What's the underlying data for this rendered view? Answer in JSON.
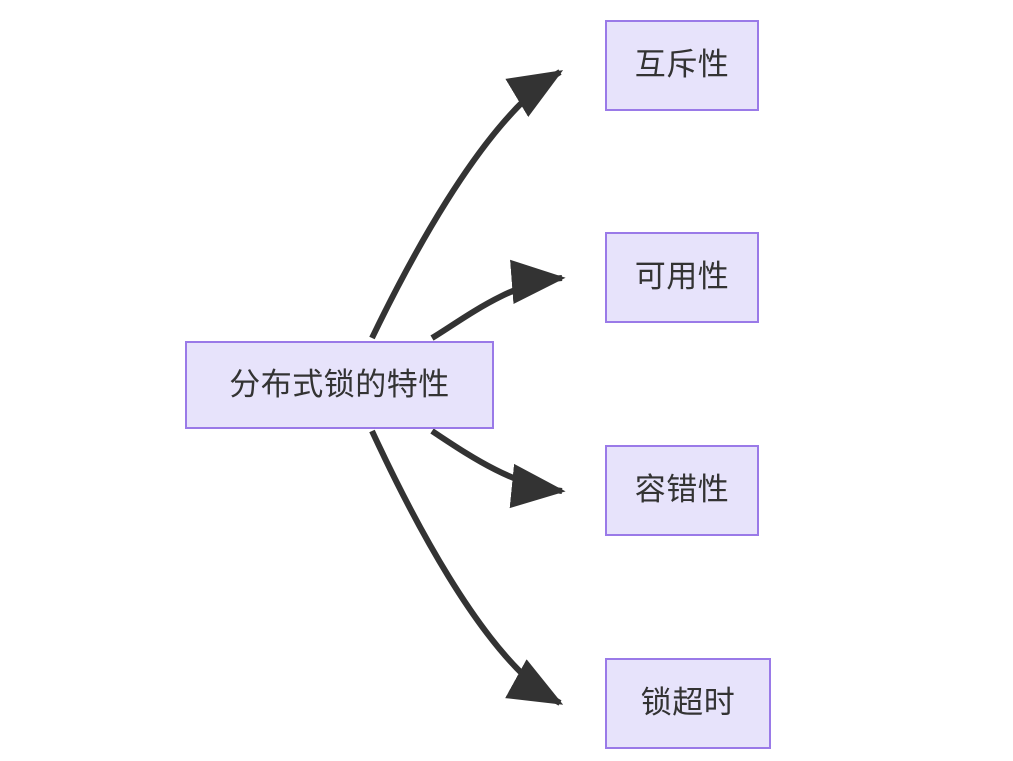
{
  "diagram": {
    "type": "flowchart",
    "direction": "left-to-right",
    "background_color": "#ffffff",
    "node_fill_color": "#e7e3fb",
    "node_border_color": "#9a7ae8",
    "node_text_color": "#333333",
    "edge_color": "#333333",
    "root": {
      "id": "root",
      "label": "分布式锁的特性"
    },
    "features": [
      {
        "id": "f0",
        "label": "互斥性"
      },
      {
        "id": "f1",
        "label": "可用性"
      },
      {
        "id": "f2",
        "label": "容错性"
      },
      {
        "id": "f3",
        "label": "锁超时"
      }
    ],
    "edges": [
      {
        "from": "分布式锁的特性",
        "to": "互斥性",
        "arrow": "arrowhead-filled"
      },
      {
        "from": "分布式锁的特性",
        "to": "可用性",
        "arrow": "arrowhead-filled"
      },
      {
        "from": "分布式锁的特性",
        "to": "容错性",
        "arrow": "arrowhead-filled"
      },
      {
        "from": "分布式锁的特性",
        "to": "锁超时",
        "arrow": "arrowhead-filled"
      }
    ]
  }
}
